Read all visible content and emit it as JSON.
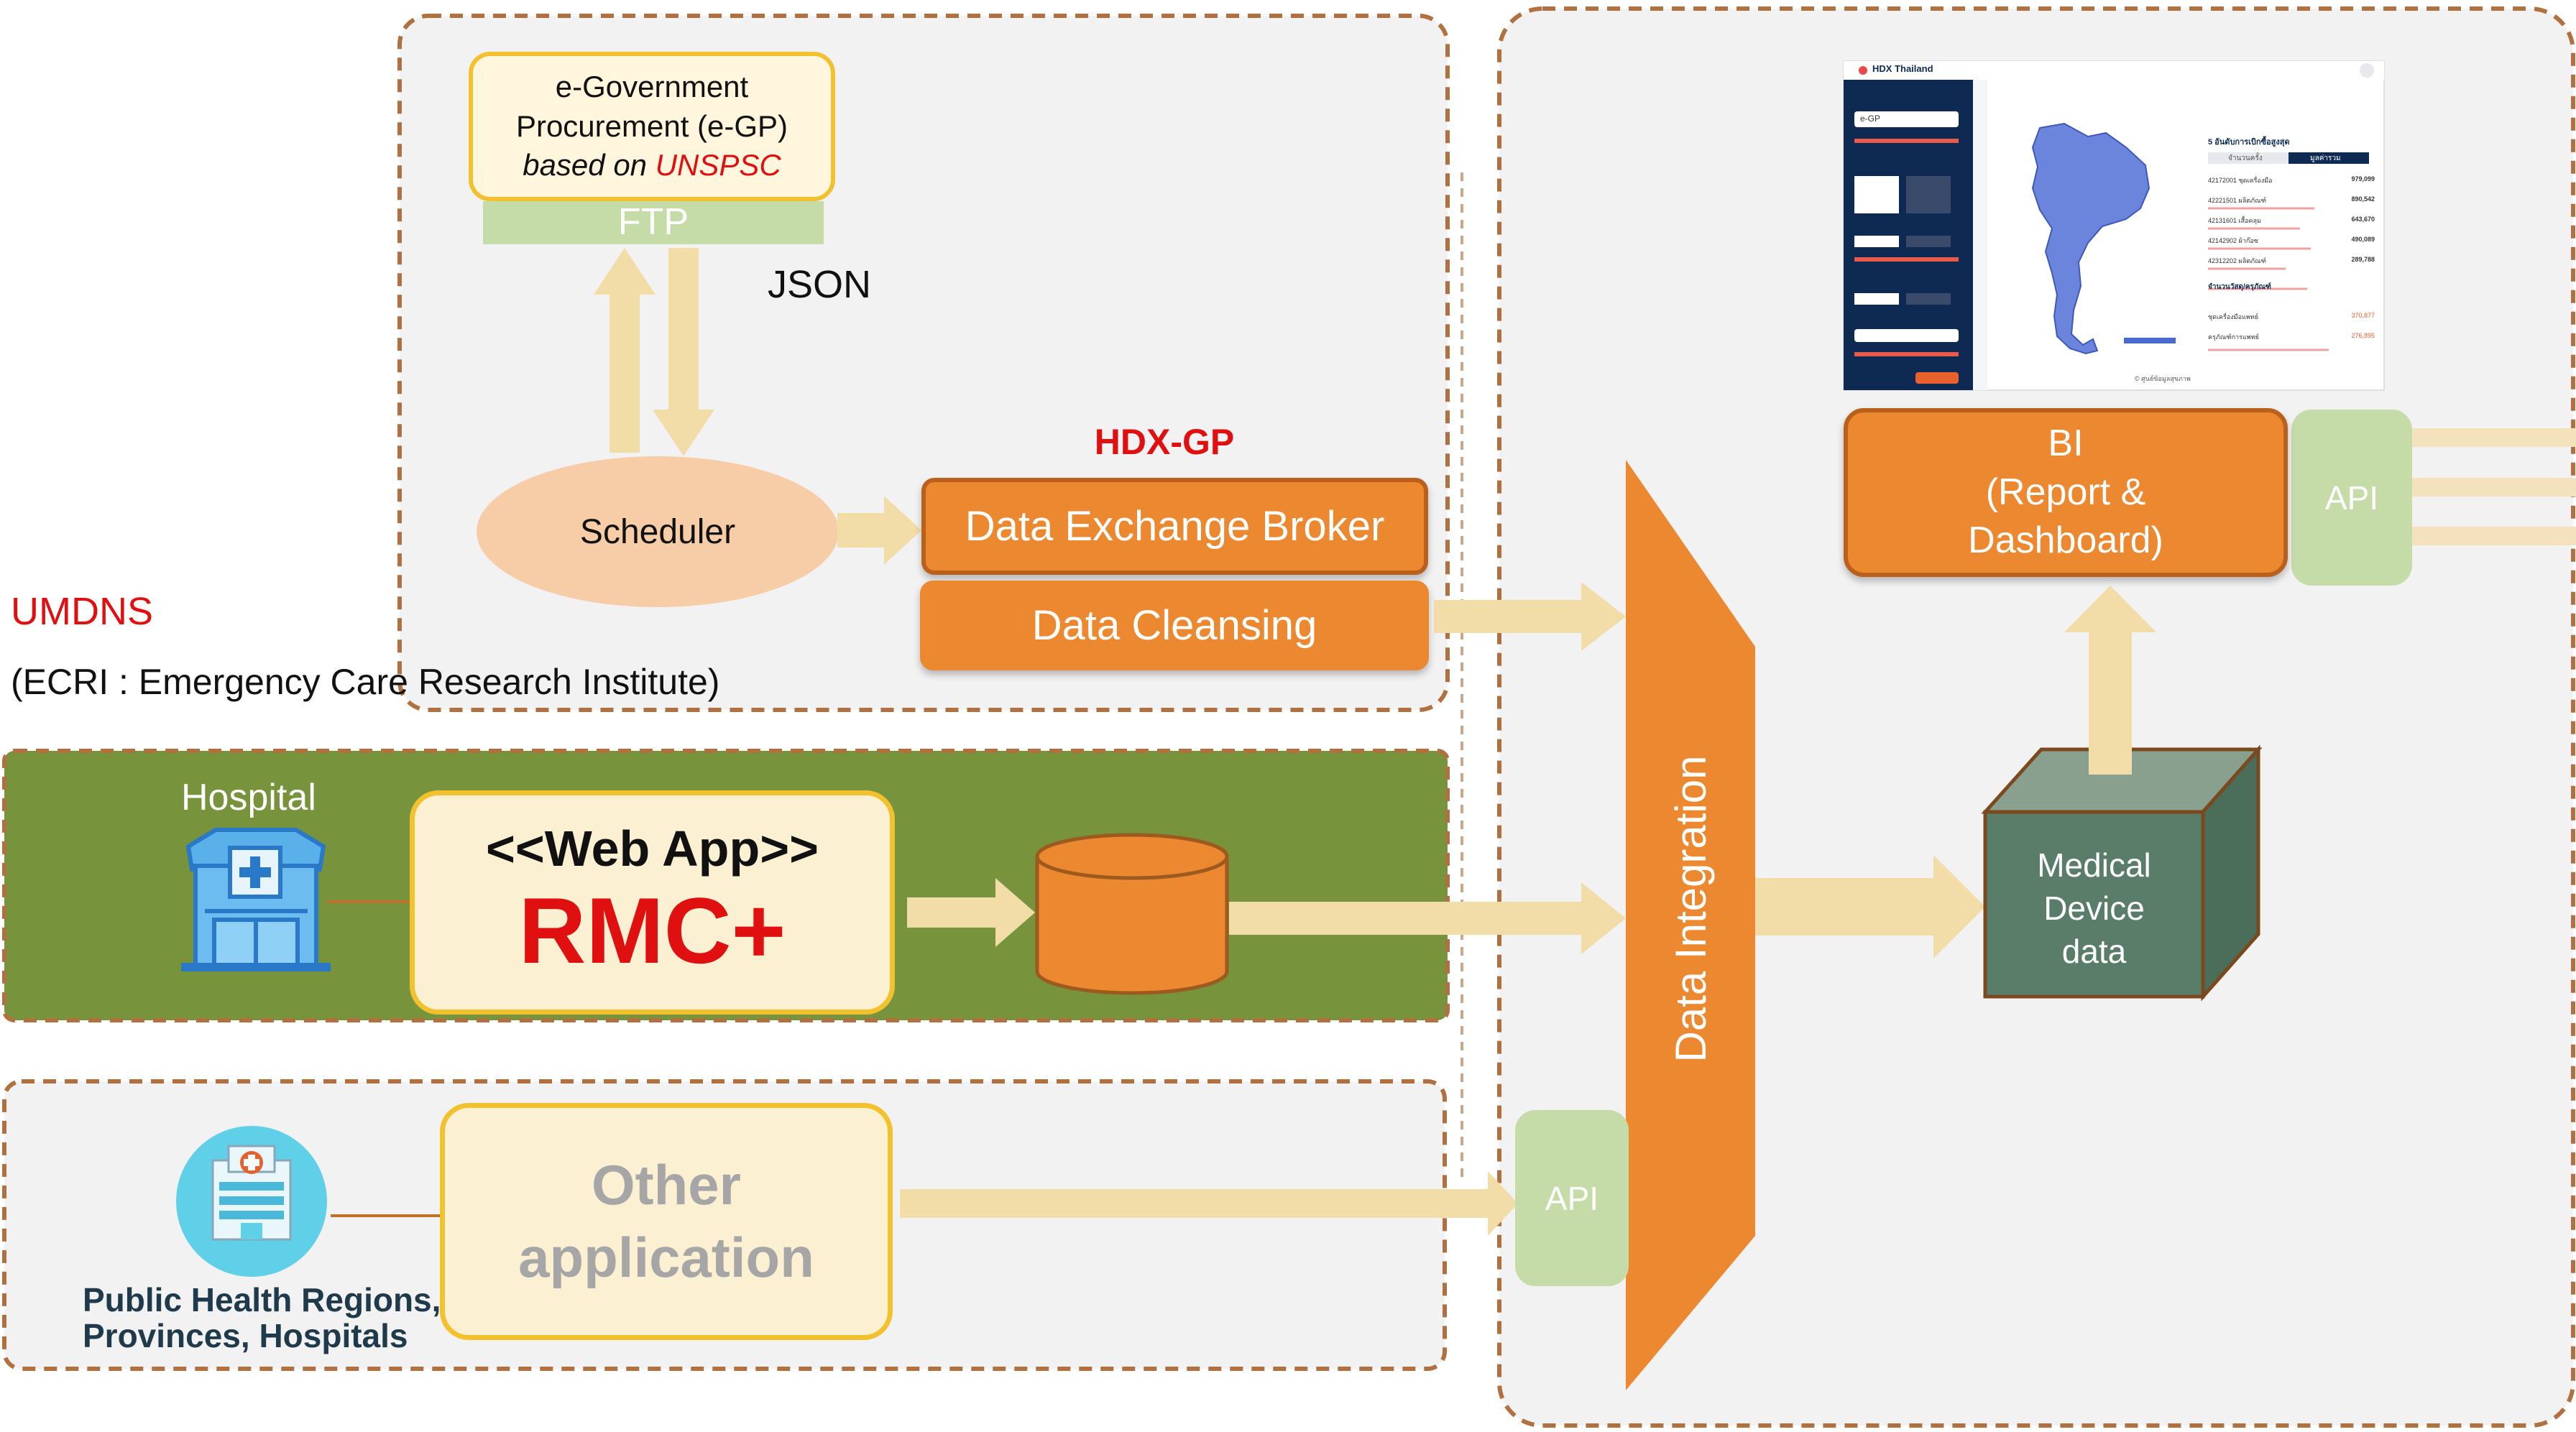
{
  "egp": {
    "line1": "e-Government",
    "line2": "Procurement (e-GP)",
    "line3_prefix": "based on",
    "line3_highlight": "UNSPSC"
  },
  "ftp_label": "FTP",
  "json_label": "JSON",
  "scheduler_label": "Scheduler",
  "hdx_gp_title": "HDX-GP",
  "broker_label": "Data Exchange Broker",
  "cleansing_label": "Data Cleansing",
  "umdns_label": "UMDNS",
  "ecri_label": "(ECRI : Emergency Care Research Institute)",
  "hospital_label": "Hospital",
  "webapp_label": "<<Web App>>",
  "rmc_label": "RMC+",
  "other_app_line1": "Other",
  "other_app_line2": "application",
  "api_label": "API",
  "public_health_line1": "Public Health Regions,",
  "public_health_line2": "Provinces, Hospitals",
  "data_integration_label": "Data Integration",
  "medical_line1": "Medical",
  "medical_line2": "Device",
  "medical_line3": "data",
  "bi_line1": "BI",
  "bi_line2": "(Report &",
  "bi_line3": "Dashboard)",
  "dashboard": {
    "app_title": "HDX Thailand",
    "panel_title": "5 อันดับการเบิกซื้อสูงสุด",
    "tab1": "จำนวนครั้ง",
    "tab2": "มูลค่ารวม",
    "rows": [
      {
        "label": "42172001 ชุดเครื่องมือ",
        "value": "979,099"
      },
      {
        "label": "42221501 ผลิตภัณฑ์",
        "value": "890,542"
      },
      {
        "label": "42131601 เสื้อคลุม",
        "value": "643,670"
      },
      {
        "label": "42142902 ผ้าก๊อซ",
        "value": "490,089"
      },
      {
        "label": "42312202 ผลิตภัณฑ์",
        "value": "289,788"
      }
    ],
    "sub_title": "จำนวนวัสดุ/ครุภัณฑ์",
    "sub_rows": [
      {
        "label": "ชุดเครื่องมือแพทย์",
        "value": "370,877"
      },
      {
        "label": "ครุภัณฑ์การแพทย์",
        "value": "276,895"
      }
    ],
    "sidebar_select": "e-GP",
    "footer_text": "© ศูนย์ข้อมูลสุขภาพ"
  }
}
